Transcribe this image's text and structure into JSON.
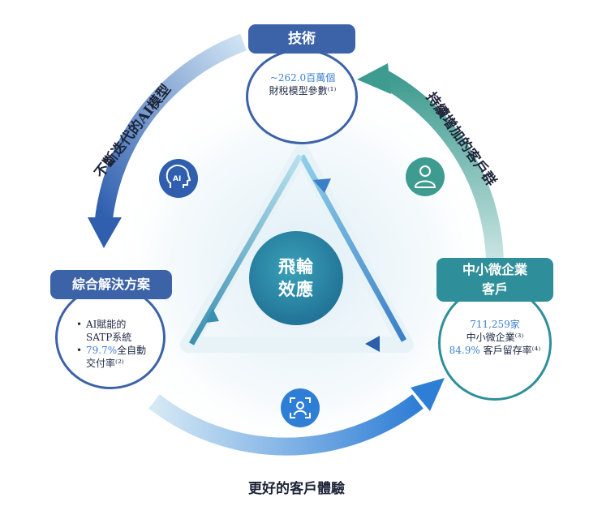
{
  "top_node": {
    "title": "技術",
    "line1": "~262.0百萬個",
    "line2": "財稅模型參數⁽¹⁾"
  },
  "left_node": {
    "title": "綜合解決方案",
    "bullet1_line1": "AI賦能的",
    "bullet1_line2": "SATP系統",
    "bullet2_value": "79.7%",
    "bullet2_rest": "全自動",
    "bullet2_line2": "交付率⁽²⁾"
  },
  "right_node": {
    "title_line1": "中小微企業",
    "title_line2": "客戶",
    "value1": "711,259家",
    "label1": "中小微企業⁽³⁾",
    "value2": "84.9%",
    "label2": "客戶留存率⁽⁴⁾"
  },
  "center": {
    "line1": "飛輪",
    "line2": "效應"
  },
  "arc_labels": {
    "left": "不斷迭代的AI模型",
    "right": "持續增加的客戶群",
    "bottom": "更好的客戶體驗"
  },
  "icons": {
    "left": "ai-head-icon",
    "right": "user-icon",
    "bottom": "face-scan-icon"
  },
  "colors": {
    "header_blue": "#3c63a8",
    "header_teal": "#2e8f9a",
    "center_teal": "#2a86a3",
    "value_blue": "#3a7fd0"
  }
}
